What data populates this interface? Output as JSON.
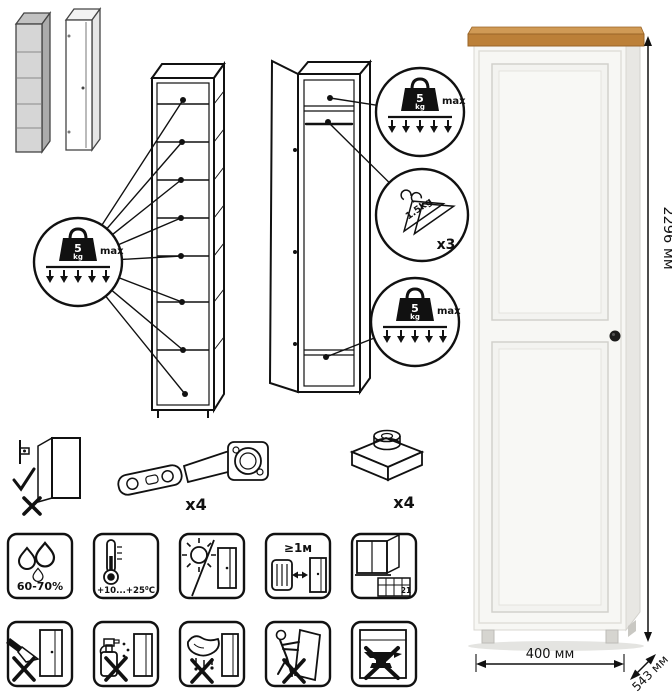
{
  "weight_badge": {
    "value": "5",
    "unit": "kg",
    "max_label": "max"
  },
  "hanger_badge": {
    "weight_label": "1.5kg",
    "count_label": "x3"
  },
  "hardware": {
    "hinge_count_label": "x4",
    "foot_count_label": "x4"
  },
  "dimensions": {
    "height": "2296 мм",
    "width": "400 мм",
    "depth": "543 мм"
  },
  "care": {
    "humidity_range": "60-70%",
    "temperature_range": "+10...+25⁰C",
    "min_heat_distance": "≥1м",
    "calendar_day": "21"
  },
  "colors": {
    "wood_top": "#bc8038",
    "cabinet_white": "#f7f7f4",
    "line_art": "#111111"
  },
  "icons": {
    "weight": "kettlebell-icon",
    "hanger": "clothes-hanger-icon",
    "humidity": "water-drops-icon",
    "temperature": "thermometer-icon",
    "sunlight": "sun-shade-icon",
    "heat_distance": "heater-distance-icon",
    "ventilation": "open-window-calendar-icon",
    "no_sharp": "knife-crossed-icon",
    "no_chemicals": "spray-bottle-crossed-icon",
    "no_wet": "wet-cloth-crossed-icon",
    "no_drag": "person-pushing-crossed-icon",
    "no_heavy": "anvil-crossed-icon",
    "anti_tip": "wall-mount-warning-icon",
    "hinge": "concealed-hinge-icon",
    "foot": "adjustable-foot-icon"
  }
}
